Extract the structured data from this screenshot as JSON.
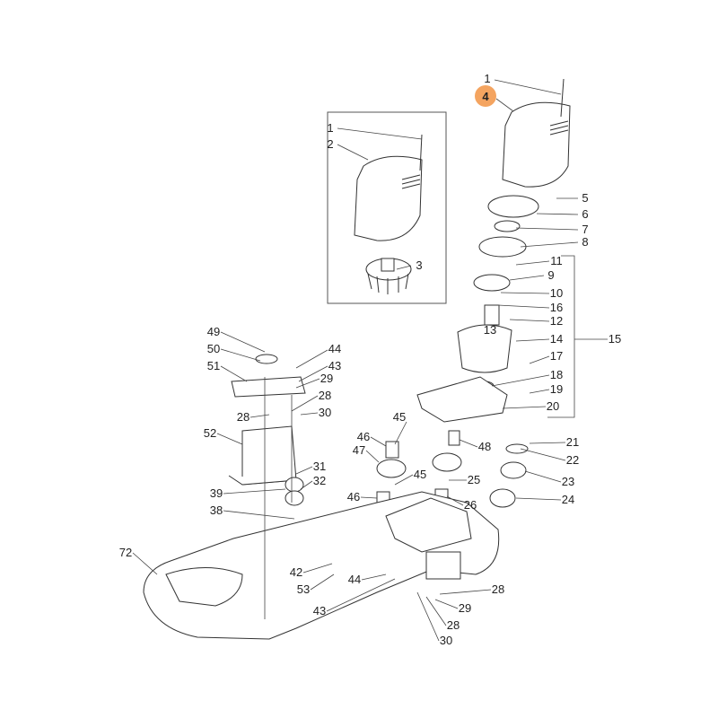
{
  "diagram": {
    "highlight_color": "#f4a460",
    "inset_labels": [
      "1",
      "2",
      "3"
    ],
    "labels": [
      "1",
      "5",
      "6",
      "7",
      "8",
      "11",
      "9",
      "10",
      "16",
      "12",
      "13",
      "14",
      "15",
      "17",
      "18",
      "19",
      "20",
      "21",
      "22",
      "23",
      "24",
      "25",
      "26",
      "48",
      "45",
      "46",
      "47",
      "45",
      "46",
      "49",
      "50",
      "51",
      "44",
      "43",
      "29",
      "28",
      "28",
      "30",
      "52",
      "31",
      "32",
      "39",
      "38",
      "72",
      "42",
      "53",
      "44",
      "43",
      "28",
      "29",
      "28",
      "30"
    ],
    "highlighted_label": "4"
  }
}
